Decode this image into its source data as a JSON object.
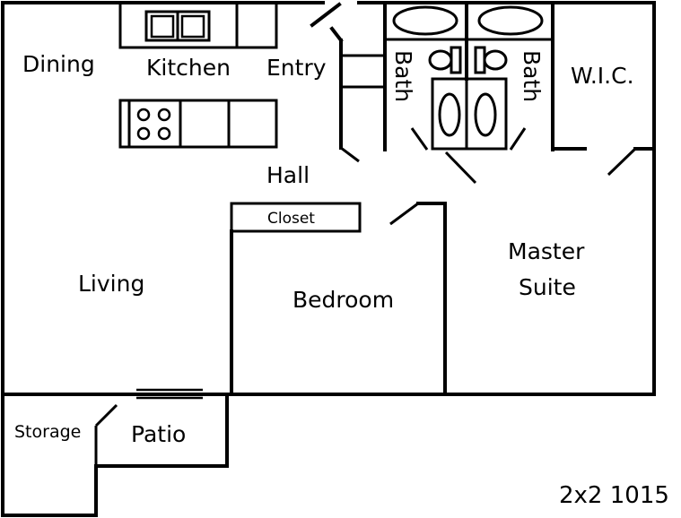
{
  "rooms": {
    "dining": "Dining",
    "kitchen": "Kitchen",
    "entry": "Entry",
    "bath_left": "Bath",
    "bath_right": "Bath",
    "wic": "W.I.C.",
    "hall": "Hall",
    "closet": "Closet",
    "living": "Living",
    "bedroom": "Bedroom",
    "master_line1": "Master",
    "master_line2": "Suite",
    "storage": "Storage",
    "patio": "Patio"
  },
  "plan_name": "2x2 1015"
}
